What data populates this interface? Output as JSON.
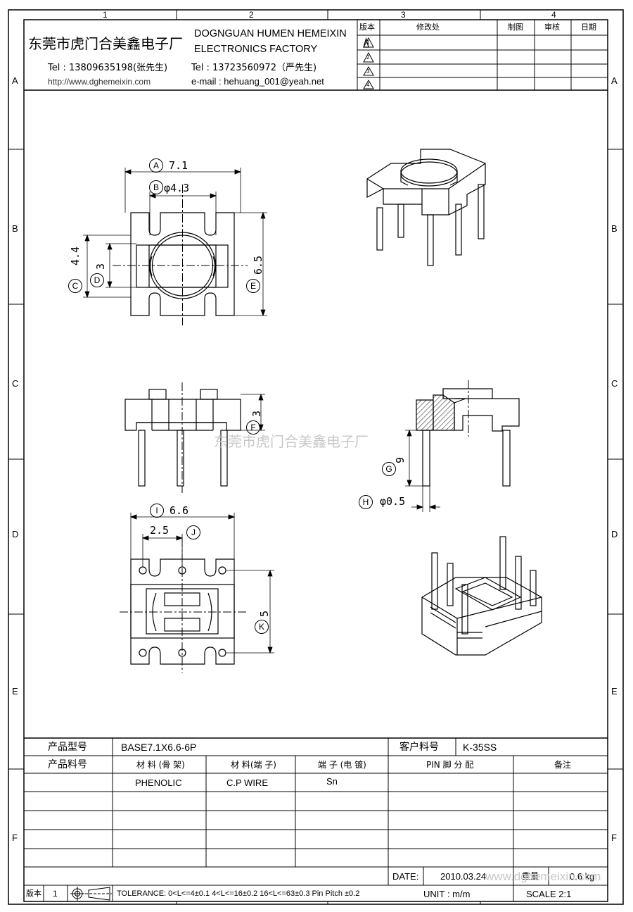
{
  "grid": {
    "columns": [
      "1",
      "2",
      "3",
      "4"
    ],
    "rows": [
      "A",
      "B",
      "C",
      "D",
      "E",
      "F"
    ]
  },
  "header": {
    "company_cn": "东莞市虎门合美鑫电子厂",
    "company_en_line1": "DOGNGUAN HUMEN HEMEIXIN",
    "company_en_line2": "ELECTRONICS FACTORY",
    "tel1": "Tel : 13809635198(张先生)",
    "url": "http://www.dghemeixin.com",
    "tel2": "Tel : 13723560972（严先生)",
    "email": "e-mail : hehuang_001@yeah.net"
  },
  "revision_table": {
    "col_version": "版本",
    "col_change": "修改处",
    "col_drawn": "制图",
    "col_review": "审核",
    "col_date": "日期",
    "revisions": [
      "1",
      "2",
      "3",
      "4"
    ]
  },
  "dims": {
    "A": "A",
    "A_val": "7.1",
    "B": "B",
    "B_val": "φ4.3",
    "C": "C",
    "C_val": "4.4",
    "D": "D",
    "D_val": "3",
    "E": "E",
    "E_val": "6.5",
    "F": "F",
    "F_val": "3",
    "G": "G",
    "G_val": "9",
    "H": "H",
    "H_val": "φ0.5",
    "I": "I",
    "I_val": "6.6",
    "J": "J",
    "J_val": "2.5",
    "K": "K",
    "K_val": "5"
  },
  "watermark": "东莞市虎门合美鑫电子厂",
  "bottom": {
    "label_model": "产品型号",
    "model": "BASE7.1X6.6-6P",
    "label_customer_part": "客户料号",
    "customer_part": "K-35SS",
    "label_part_no": "产品料号",
    "h_material_frame": "材 料 (骨 架)",
    "h_material_pin": "材 料(端 子)",
    "h_plating": "端 子 (电 镀)",
    "h_pin": "PIN 脚 分 配",
    "h_remark": "备注",
    "material_frame": "PHENOLIC",
    "material_pin": "C.P WIRE",
    "plating": "Sn",
    "label_date": "DATE:",
    "date": "2010.03.24",
    "label_weight": "重量",
    "weight": "0.6 kg",
    "watermark2": "www.dghemeixin.com",
    "label_version": "版本",
    "version": "1",
    "tolerance": "TOLERANCE:  0<L<=4±0.1  4<L<=16±0.2  16<L<=63±0.3  Pin Pitch  ±0.2",
    "unit": "UNIT : m/m",
    "scale": "SCALE   2:1"
  },
  "colors": {
    "ink": "#000000",
    "hatch": "#333333",
    "watermark": "#c8c8c8"
  }
}
